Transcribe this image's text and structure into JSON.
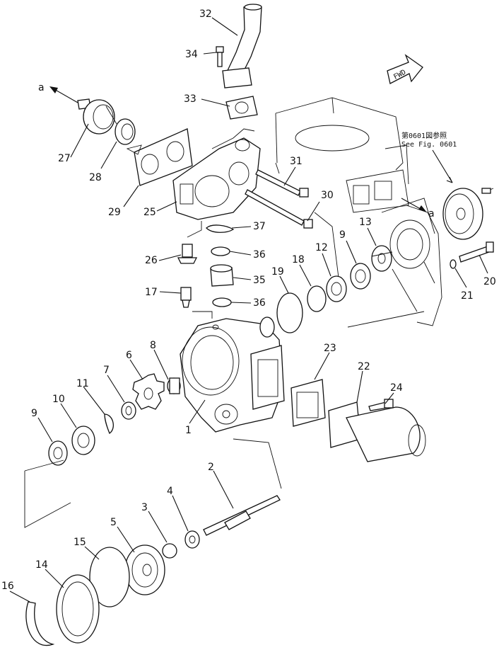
{
  "diagram": {
    "labels": {
      "p1": "1",
      "p2": "2",
      "p3": "3",
      "p4": "4",
      "p5": "5",
      "p6": "6",
      "p7": "7",
      "p8": "8",
      "p9a": "9",
      "p9b": "9",
      "p10": "10",
      "p11": "11",
      "p12": "12",
      "p13": "13",
      "p14": "14",
      "p15": "15",
      "p16": "16",
      "p17": "17",
      "p18": "18",
      "p19": "19",
      "p20": "20",
      "p21": "21",
      "p22": "22",
      "p23": "23",
      "p24": "24",
      "p25": "25",
      "p26": "26",
      "p27": "27",
      "p28": "28",
      "p29": "29",
      "p30": "30",
      "p31": "31",
      "p32": "32",
      "p33": "33",
      "p34": "34",
      "p35": "35",
      "p36a": "36",
      "p36b": "36",
      "p37": "37"
    },
    "arrow_a_left": "a",
    "arrow_a_right": "a",
    "fwd_label": "FWD",
    "see_fig_line1": "第0601図参照",
    "see_fig_line2": "See Fig. 0601"
  }
}
